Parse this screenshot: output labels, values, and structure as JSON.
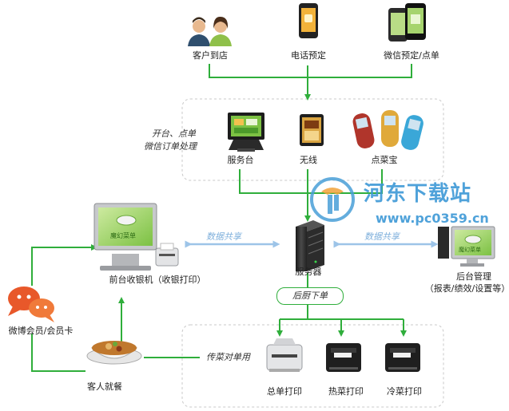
{
  "sources": {
    "walk_in": "客户到店",
    "phone": "电话预定",
    "wechat": "微信预定/点单"
  },
  "ordering_group": {
    "note_line1": "开台、点单",
    "note_line2": "微信订单处理",
    "front_desk": "服务台",
    "wireless": "无线",
    "order_device": "点菜宝"
  },
  "server": {
    "label": "服务器"
  },
  "cashier": {
    "label": "前台收银机（收银打印）"
  },
  "backend": {
    "line1": "后台管理",
    "line2": "（报表/绩效/设置等）"
  },
  "data_share": {
    "left": "数据共享",
    "right": "数据共享"
  },
  "kitchen": {
    "label": "后厨下单"
  },
  "printers": {
    "summary": "总单打印",
    "hot": "热菜打印",
    "cold": "冷菜打印"
  },
  "member": {
    "label": "微博会员/会员卡"
  },
  "guest": {
    "label": "客人就餐"
  },
  "serving_note": "传菜对单用",
  "screen_brand": {
    "top": "魔幻菜单",
    "bottom": "魔幻菜单"
  },
  "watermark": {
    "name": "河东下载站",
    "url": "www.pc0359.cn"
  },
  "colors": {
    "flow_green": "#2fae3b",
    "share_blue": "#9dc4e8",
    "dash_gray": "#c8c8c8"
  }
}
